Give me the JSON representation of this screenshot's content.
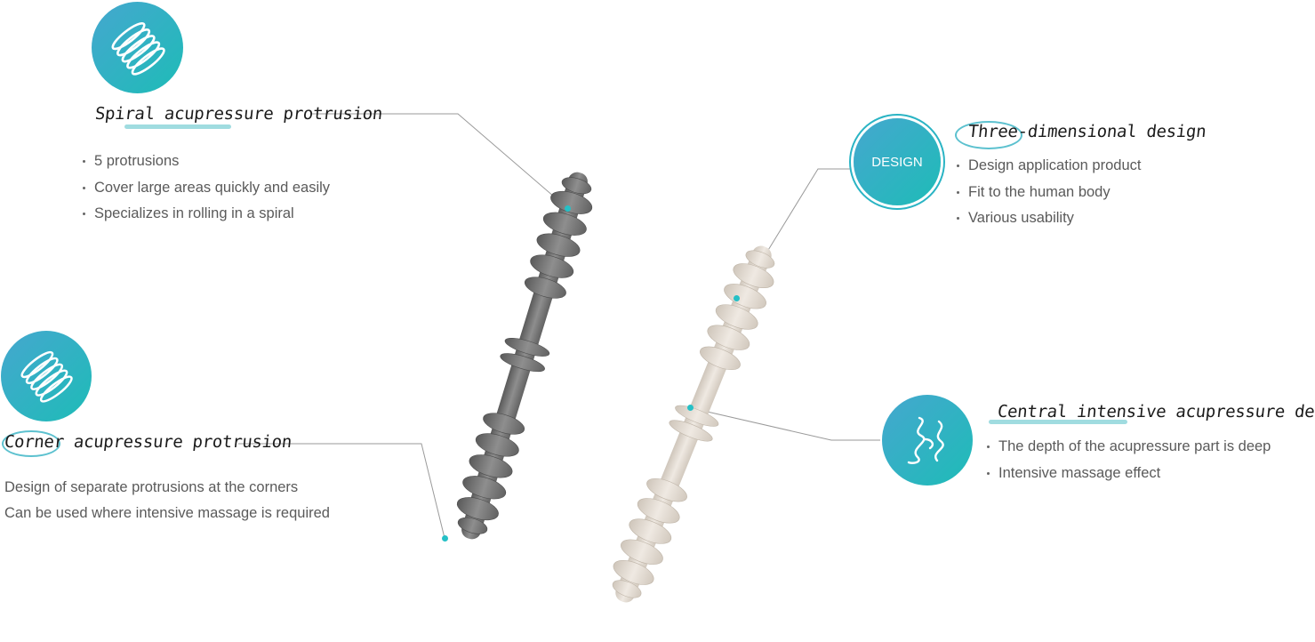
{
  "features": {
    "spiral": {
      "heading": "Spiral acupressure protrusion",
      "icon": "spiral-coil-icon",
      "bullets": [
        "5 protrusions",
        "Cover large areas quickly and easily",
        "Specializes in rolling in a spiral"
      ]
    },
    "corner": {
      "heading": "Corner acupressure protrusion",
      "icon": "spiral-coil-icon",
      "lines": [
        "Design of separate protrusions at the corners",
        "Can be used where intensive massage is required"
      ]
    },
    "design": {
      "badge": "DESIGN",
      "heading": "Three-dimensional design",
      "bullets": [
        "Design application product",
        "Fit to the human body",
        "Various usability"
      ]
    },
    "central": {
      "heading": "Central intensive acupressure department",
      "icon": "squiggle-lines-icon",
      "bullets": [
        "The depth of the acupressure part is deep",
        "Intensive massage effect"
      ]
    }
  },
  "colors": {
    "accent_start": "#45a7cf",
    "accent_end": "#1ebcb7",
    "highlight": "#8fd6da",
    "gray_roller": "#7f7f7f",
    "beige_roller": "#e4dcd2"
  }
}
